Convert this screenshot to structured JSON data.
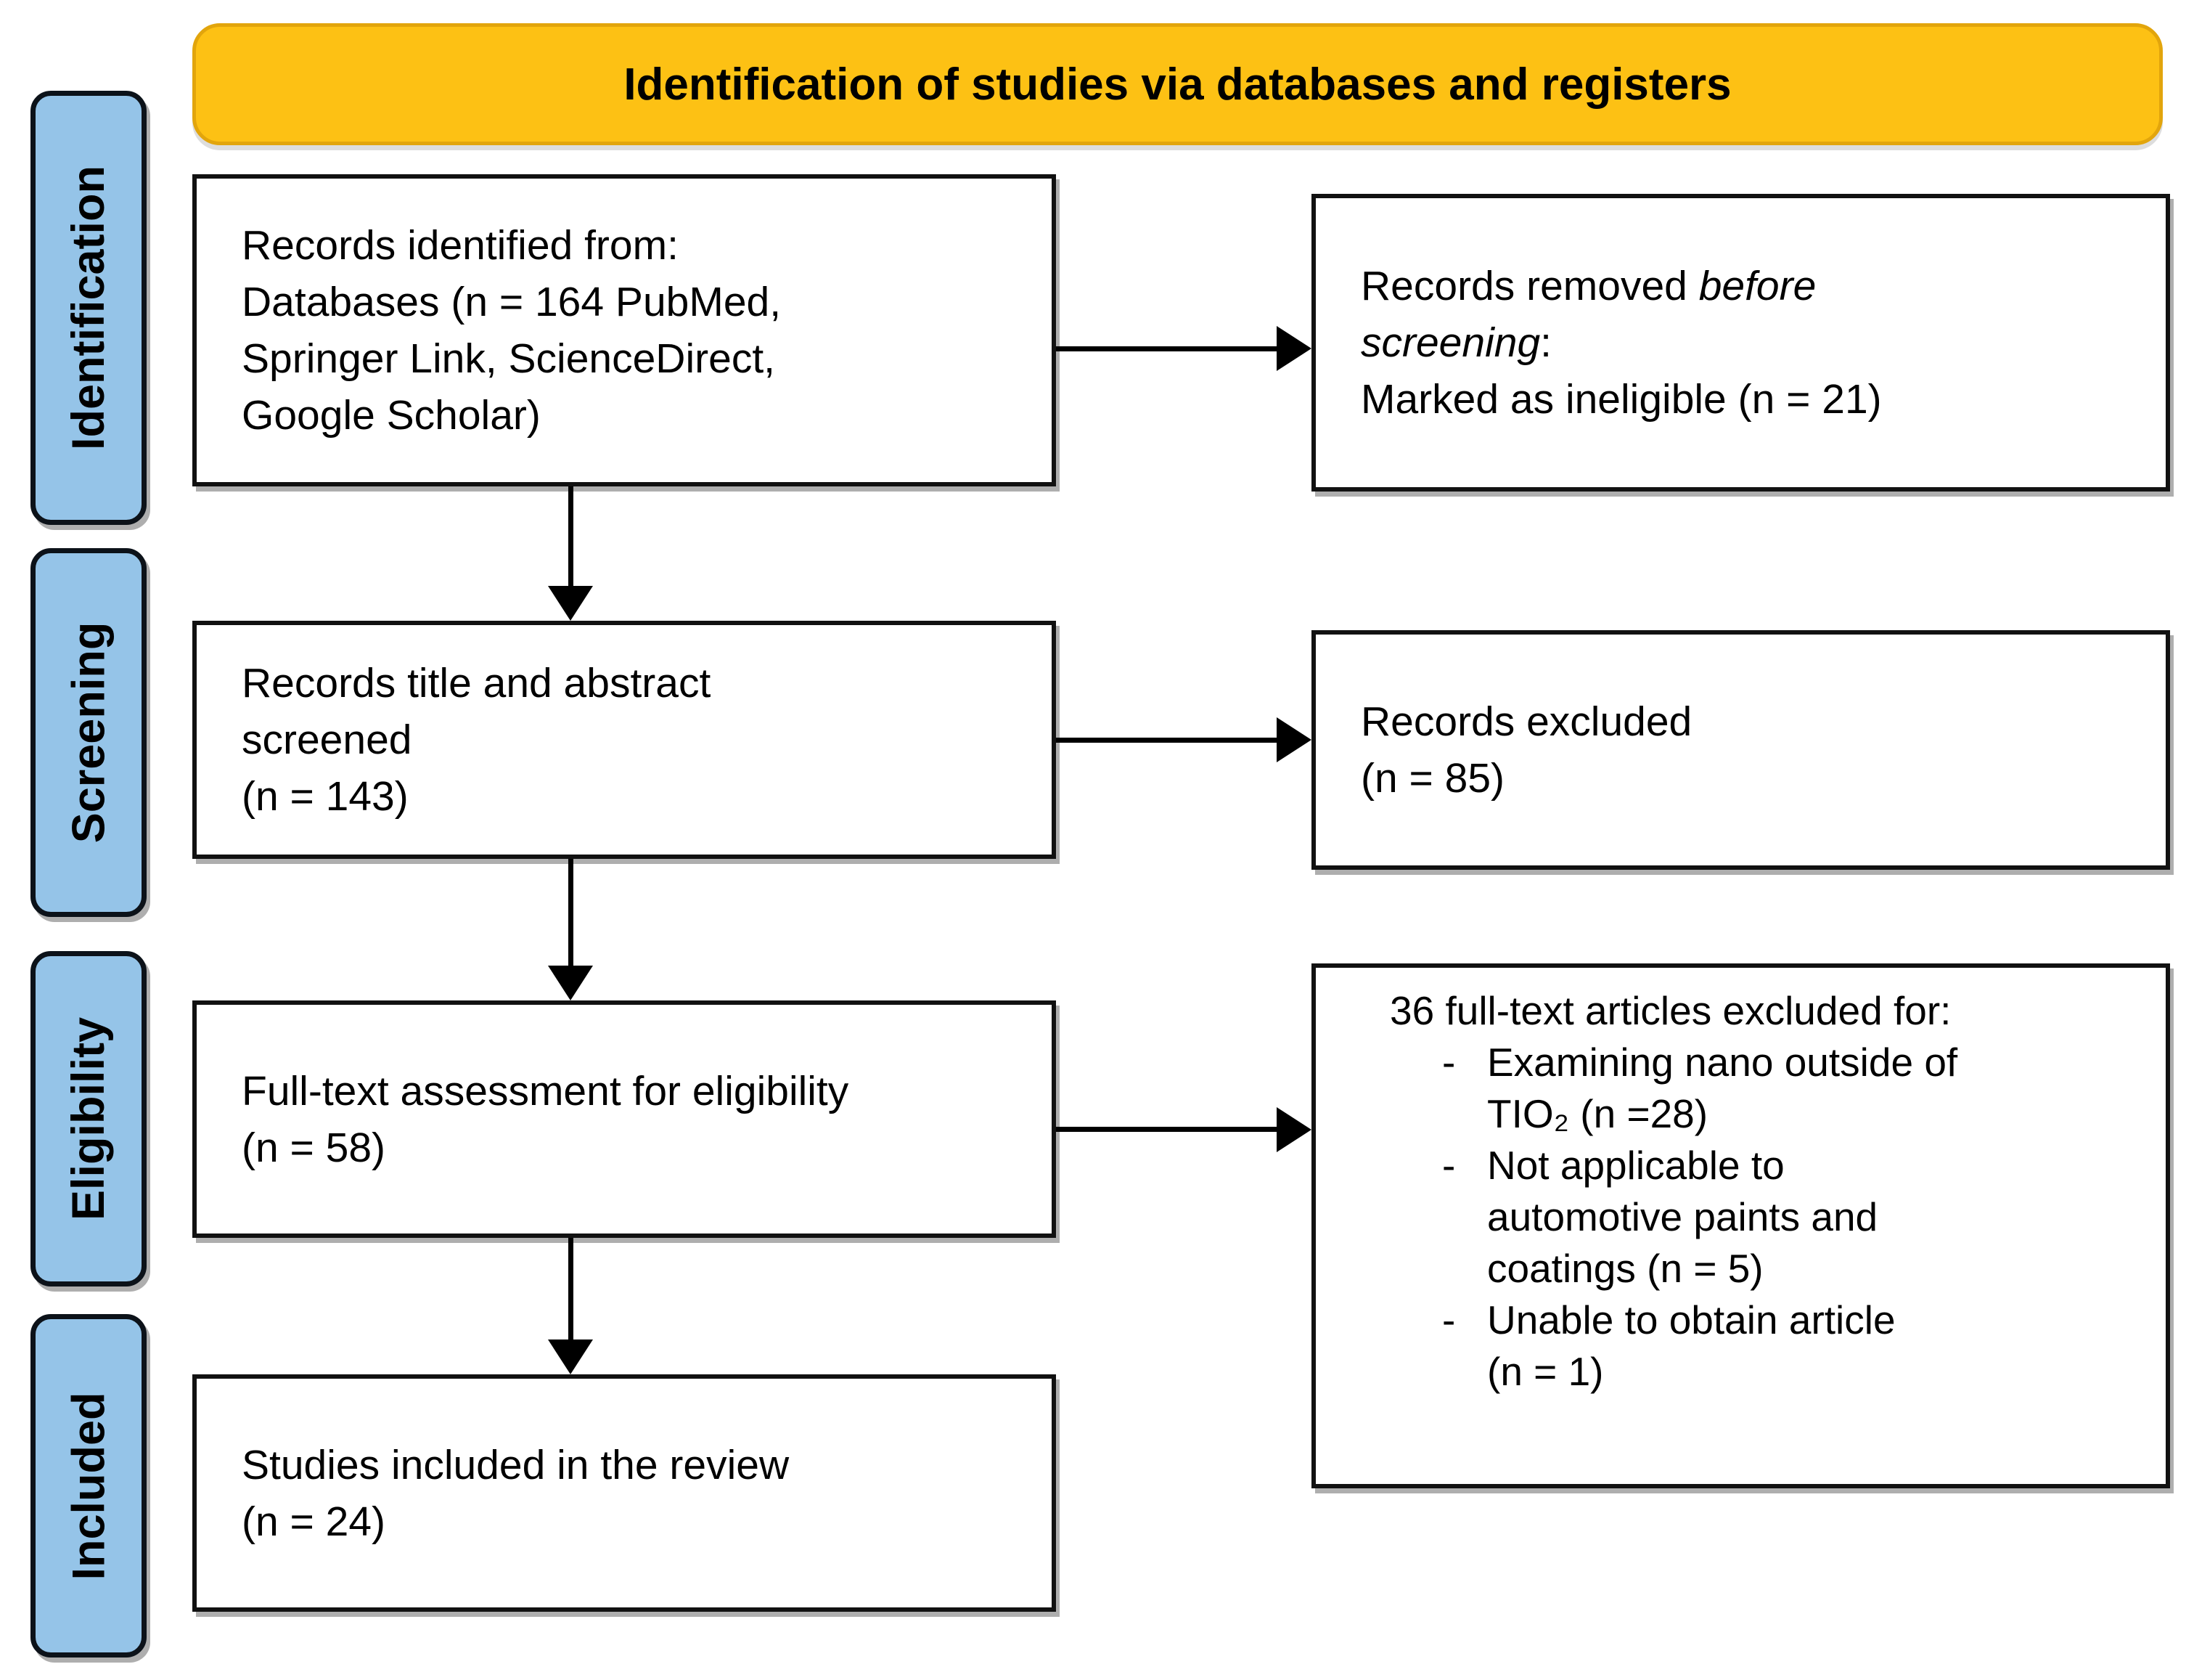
{
  "header": {
    "title": "Identification of studies via databases and registers"
  },
  "stages": [
    {
      "label": "Identification"
    },
    {
      "label": "Screening"
    },
    {
      "label": "Eligibility"
    },
    {
      "label": "Included"
    }
  ],
  "boxes": {
    "records_identified": {
      "lines": [
        "Records identified from:",
        "Databases (n = 164 PubMed,",
        "Springer Link, ScienceDirect,",
        "Google Scholar)"
      ]
    },
    "records_removed": {
      "text_normal": "Records removed ",
      "text_italic1": "before",
      "text_italic2": "screening",
      "colon": ":",
      "detail": "Marked as ineligible (n = 21)"
    },
    "records_screened": {
      "lines": [
        "Records title and abstract",
        "screened",
        "(n = 143)"
      ]
    },
    "records_excluded": {
      "lines": [
        "Records excluded",
        "(n = 85)"
      ]
    },
    "fulltext_assessment": {
      "lines": [
        "Full-text assessment for eligibility",
        "(n = 58)"
      ]
    },
    "fulltext_excluded": {
      "title": "36 full-text articles excluded for:",
      "bullets": [
        {
          "marker": "-",
          "lines": [
            "Examining nano outside of",
            "TIO₂ (n =28)"
          ]
        },
        {
          "marker": "-",
          "lines": [
            "Not applicable to",
            "automotive paints and",
            "coatings (n = 5)"
          ]
        },
        {
          "marker": "-",
          "lines": [
            "Unable to obtain article",
            "(n = 1)"
          ]
        }
      ]
    },
    "studies_included": {
      "lines": [
        "Studies included in the review",
        "(n = 24)"
      ]
    }
  },
  "colors": {
    "banner_fill": "#FDC114",
    "banner_border": "#E2A50C",
    "stage_fill": "#95C4E8",
    "stage_border": "#0C1219",
    "box_border": "#111111",
    "arrow": "#000000",
    "text": "#000000",
    "background": "#FFFFFF"
  }
}
